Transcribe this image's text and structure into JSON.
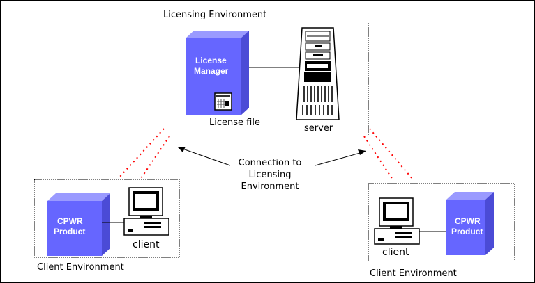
{
  "licensing_environment": {
    "title": "Licensing Environment",
    "license_manager_line1": "License",
    "license_manager_line2": "Manager",
    "license_file_label": "License file",
    "server_label": "server"
  },
  "connection_label": {
    "line1": "Connection to",
    "line2": "Licensing",
    "line3": "Environment"
  },
  "client_left": {
    "title": "Client Environment",
    "product_line1": "CPWR",
    "product_line2": "Product",
    "client_label": "client"
  },
  "client_right": {
    "title": "Client Environment",
    "product_line1": "CPWR",
    "product_line2": "Product",
    "client_label": "client"
  },
  "colors": {
    "cube_face": "#6666ff",
    "cube_top": "#9a9aff",
    "cube_side": "#4b4bd6",
    "dotted_link": "#ff0000",
    "frame": "#000000"
  },
  "icons": [
    "license-manager-cube",
    "license-file-icon",
    "server-tower-icon",
    "client-computer-icon",
    "product-cube"
  ]
}
